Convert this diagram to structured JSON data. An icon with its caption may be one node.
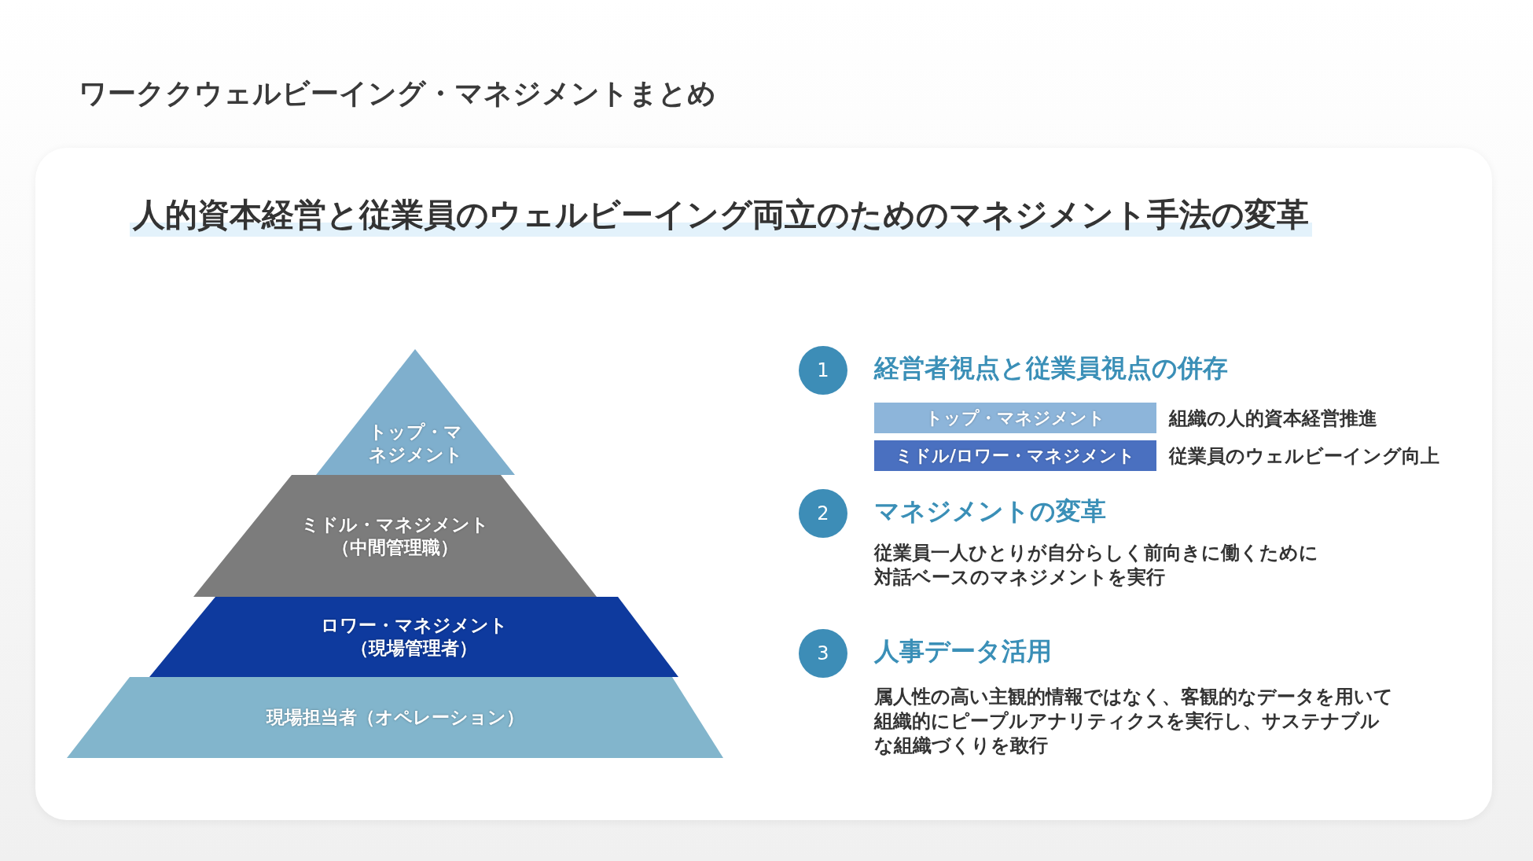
{
  "diagram": {
    "title": "ワーククウェルビーイング・マネジメントまとめ",
    "nodes": [
      {
        "text": [
          "人的資本経営と従業員のウェルビーイング両立のためのマネジメント手法の変革"
        ]
      },
      {
        "text": [
          "トップ・マネジメント"
        ],
        "in": 0
      },
      {
        "text": [
          "ミドル・マネジメント（中間管理職）"
        ],
        "in": 0
      },
      {
        "text": [
          "ロワー・マネジメント（現場管理者）"
        ],
        "in": 0
      },
      {
        "text": [
          "現場担当者（オペレーション）"
        ],
        "in": 0
      },
      {
        "text": [
          "1"
        ],
        "in": 0,
        "beside": [
          "経営者視点と従業員視点の併存"
        ]
      },
      {
        "text": [
          "トップ・マネジメント"
        ],
        "in": 0,
        "beside": [
          "組織の人的資本経営推進"
        ]
      },
      {
        "text": [
          "ミドル/ロワー・マネジメント"
        ],
        "in": 0,
        "beside": [
          "従業員のウェルビーイング向上"
        ]
      },
      {
        "text": [
          "2"
        ],
        "in": 0,
        "beside": [
          "マネジメントの変革",
          "従業員一人ひとりが自分らしく前向きに働くために対話ベースのマネジメントを実行"
        ]
      },
      {
        "text": [
          "3"
        ],
        "in": 0,
        "beside": [
          "人事データ活用",
          "属人性の高い主観的情報ではなく、客観的なデータを用いて組織的にピープルアナリティクスを実行し、サステナブルな組織づくりを敢行"
        ]
      }
    ]
  }
}
